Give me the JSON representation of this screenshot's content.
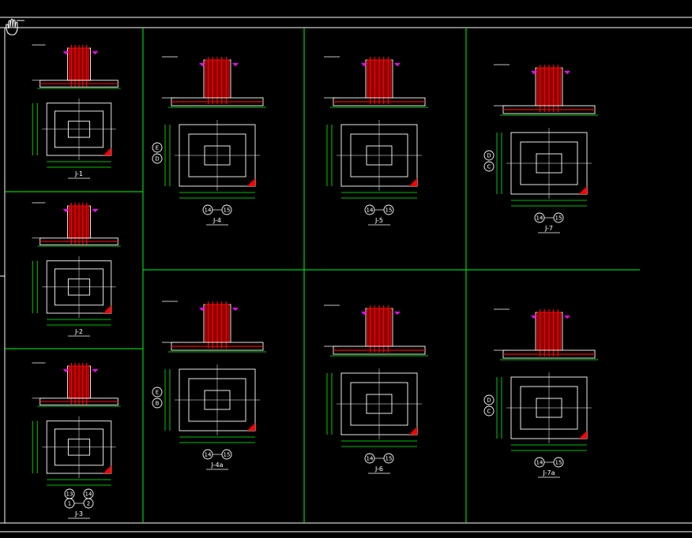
{
  "cursor_icon": "hand-pan-icon",
  "colors": {
    "background": "#000000",
    "grid": "#00ff00",
    "concrete": "#ffffff",
    "rebar": "#ff0000",
    "dims": "#00ff00",
    "hatch": "#ff0000",
    "magenta": "#ff00ff",
    "yellow": "#ffff00",
    "cyan": "#00ffff"
  },
  "panels": [
    {
      "id": "j1",
      "caption": "J-1",
      "bubbles": []
    },
    {
      "id": "j4",
      "caption": "J-4",
      "bubbles": [
        "E",
        "D",
        "14",
        "15"
      ]
    },
    {
      "id": "j5",
      "caption": "J-5",
      "bubbles": [
        "14",
        "15"
      ]
    },
    {
      "id": "j7",
      "caption": "J-7",
      "bubbles": [
        "D",
        "C",
        "14",
        "15"
      ]
    },
    {
      "id": "j2",
      "caption": "J-2",
      "bubbles": []
    },
    {
      "id": "j3",
      "caption": "J-3",
      "bubbles": [
        "13",
        "14",
        "1",
        "2"
      ]
    },
    {
      "id": "j4a",
      "caption": "J-4a",
      "bubbles": [
        "E",
        "B",
        "14",
        "15"
      ]
    },
    {
      "id": "j6",
      "caption": "J-6",
      "bubbles": [
        "14",
        "15"
      ]
    },
    {
      "id": "j7a",
      "caption": "J-7a",
      "bubbles": [
        "D",
        "C",
        "14",
        "15"
      ]
    }
  ]
}
